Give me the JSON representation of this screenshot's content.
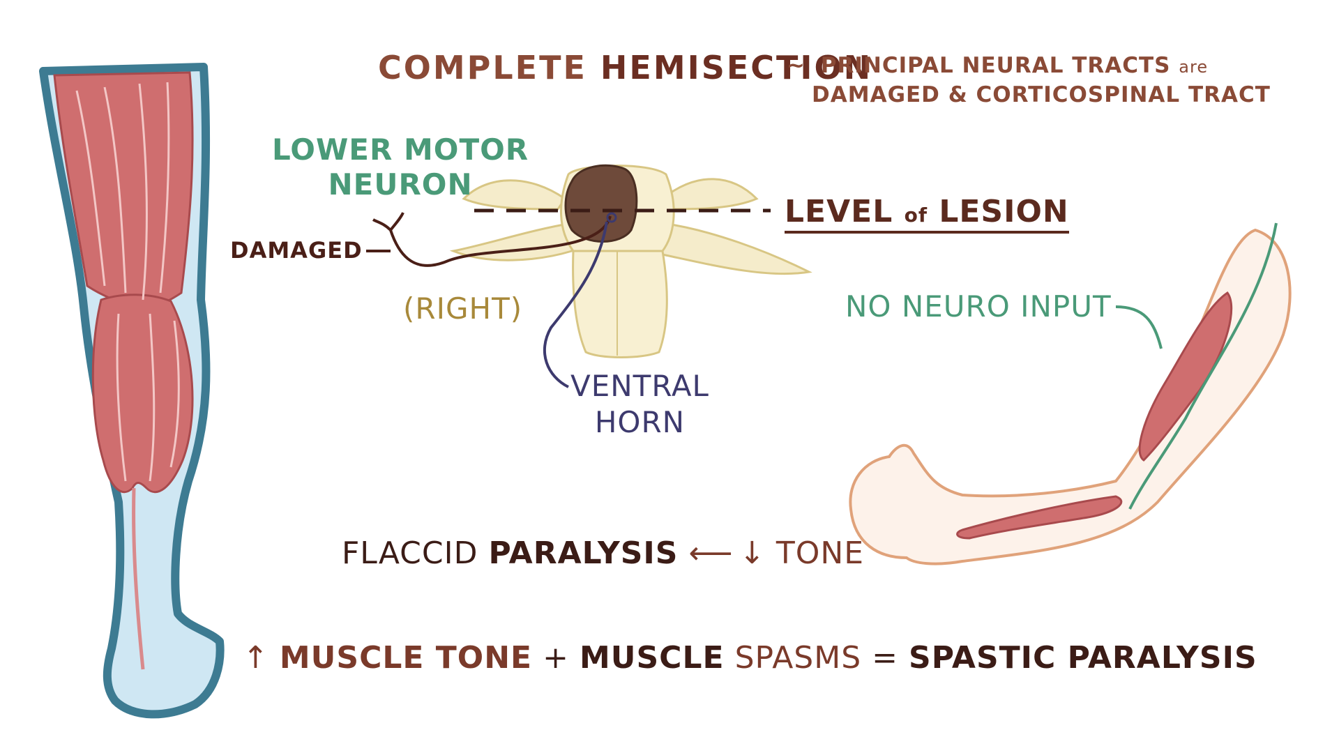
{
  "title": {
    "main_part1": "COMPLETE",
    "main_part2": "HEMISECTION",
    "tilde": "~",
    "sub_line1_a": "PRINCIPAL NEURAL TRACTS",
    "sub_line1_b": "are",
    "sub_line2": "DAMAGED & CORTICOSPINAL TRACT"
  },
  "labels": {
    "lower_motor_line1": "LOWER MOTOR",
    "lower_motor_line2": "NEURON",
    "damaged": "DAMAGED",
    "right": "(RIGHT)",
    "ventral_line1": "VENTRAL",
    "ventral_line2": "HORN",
    "lesion_a": "LEVEL",
    "lesion_of": "of",
    "lesion_b": "LESION",
    "no_neuro_input": "NO NEURO INPUT"
  },
  "flaccid": {
    "part1": "FLACCID",
    "part2": "PARALYSIS",
    "arrow": "⟵",
    "down_arrow": "↓",
    "tone": "TONE"
  },
  "bottom": {
    "up_arrow": "↑",
    "muscle_tone": "MUSCLE  TONE",
    "plus": "+",
    "muscle": "MUSCLE",
    "spasms": "SPASMS",
    "equals": "=",
    "spastic": "SPASTIC  PARALYSIS"
  },
  "colors": {
    "muscle": "#c9646a",
    "leg_outline": "#3d7b92",
    "leg_fill": "#cfe7f3",
    "spinal_cord": "#f5eccb",
    "lesion": "#6e4a3a",
    "green": "#4a9a78",
    "purple": "#3d3a6e"
  }
}
